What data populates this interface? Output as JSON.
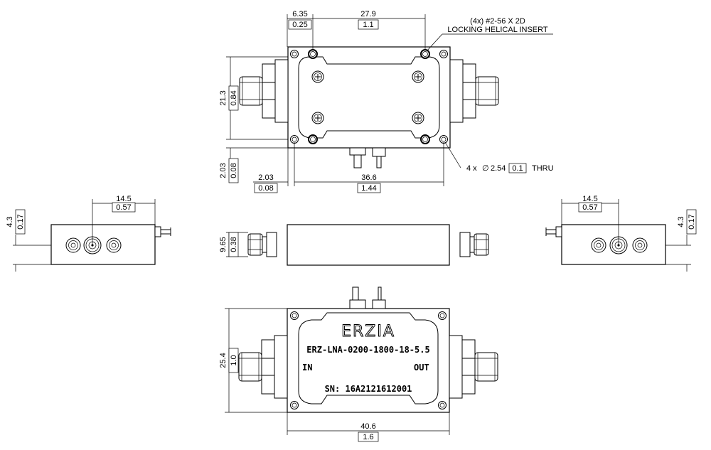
{
  "top_view": {
    "dim_offset_mm": "6.35",
    "dim_offset_in": "0.25",
    "dim_spacing_mm": "27.9",
    "dim_spacing_in": "1.1",
    "insert_note_line1": "(4x) #2-56 X 2D",
    "insert_note_line2": "LOCKING HELICAL INSERT",
    "dim_height_mm": "21.3",
    "dim_height_in": "0.84",
    "dim_edge_mm": "2.03",
    "dim_edge_in": "0.08",
    "dim_bottom_left_mm": "2.03",
    "dim_bottom_left_in": "0.08",
    "dim_hole_spacing_mm": "36.6",
    "dim_hole_spacing_in": "1.44",
    "thru_note_prefix": "4 x",
    "thru_note_symbol": "∅",
    "thru_note_mm": "2.54",
    "thru_note_in": "0.1",
    "thru_note_suffix": "THRU"
  },
  "left_view": {
    "dim_width_mm": "14.5",
    "dim_width_in": "0.57",
    "dim_height_mm": "4.3",
    "dim_height_in": "0.17"
  },
  "front_view": {
    "dim_height_mm": "9.65",
    "dim_height_in": "0.38"
  },
  "right_view": {
    "dim_width_mm": "14.5",
    "dim_width_in": "0.57",
    "dim_height_mm": "4.3",
    "dim_height_in": "0.17"
  },
  "bottom_view": {
    "brand": "ERZIA",
    "model": "ERZ-LNA-0200-1800-18-5.5",
    "port_in": "IN",
    "port_out": "OUT",
    "serial": "SN: 16A2121612001",
    "dim_height_mm": "25.4",
    "dim_height_in": "1.0",
    "dim_width_mm": "40.6",
    "dim_width_in": "1.6"
  }
}
